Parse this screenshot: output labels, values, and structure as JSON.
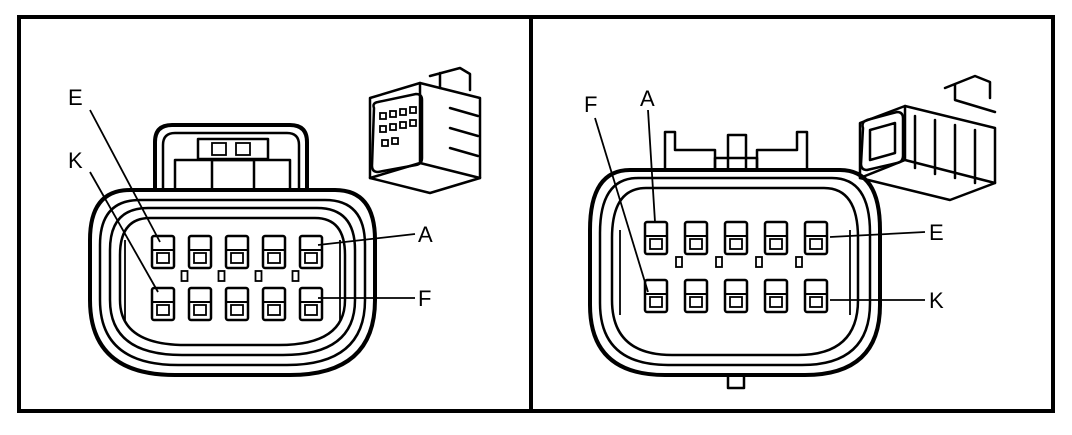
{
  "panels": [
    {
      "view": "left",
      "pin_labels": [
        {
          "text": "E"
        },
        {
          "text": "K"
        },
        {
          "text": "A"
        },
        {
          "text": "F"
        }
      ]
    },
    {
      "view": "right",
      "pin_labels": [
        {
          "text": "F"
        },
        {
          "text": "A"
        },
        {
          "text": "E"
        },
        {
          "text": "K"
        }
      ]
    }
  ],
  "colors": {
    "line": "#000000",
    "background": "#ffffff"
  }
}
